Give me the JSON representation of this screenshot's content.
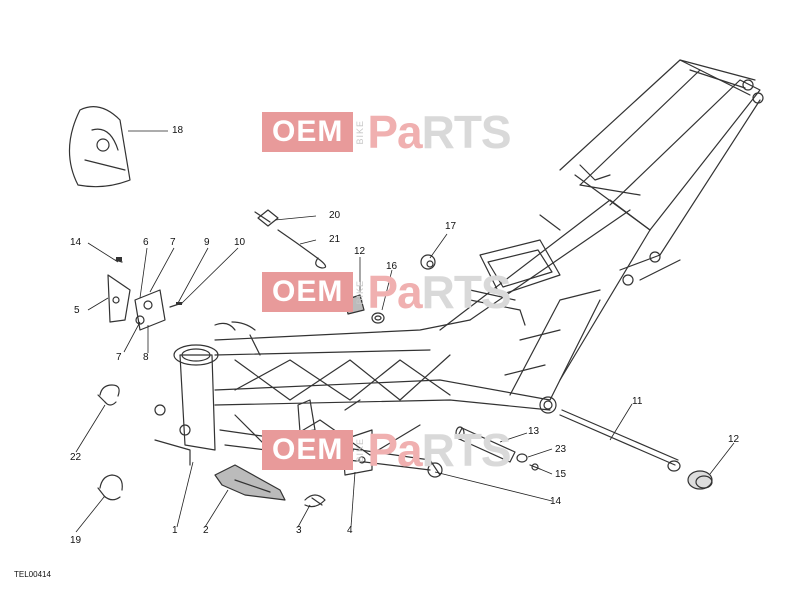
{
  "diagram": {
    "reference_code": "TEL00414",
    "watermark": {
      "oem": "OEM",
      "bike": "BIKE",
      "parts_a": "Pa",
      "parts_b": "RTS"
    },
    "callouts": {
      "c1": "1",
      "c2": "2",
      "c3": "3",
      "c4": "4",
      "c5": "5",
      "c6": "6",
      "c7a": "7",
      "c7b": "7",
      "c8": "8",
      "c9": "9",
      "c10": "10",
      "c11": "11",
      "c12a": "12",
      "c12b": "12",
      "c13": "13",
      "c14a": "14",
      "c14b": "14",
      "c15": "15",
      "c16": "16",
      "c17": "17",
      "c18": "18",
      "c19": "19",
      "c20": "20",
      "c21": "21",
      "c22": "22",
      "c23": "23"
    }
  }
}
